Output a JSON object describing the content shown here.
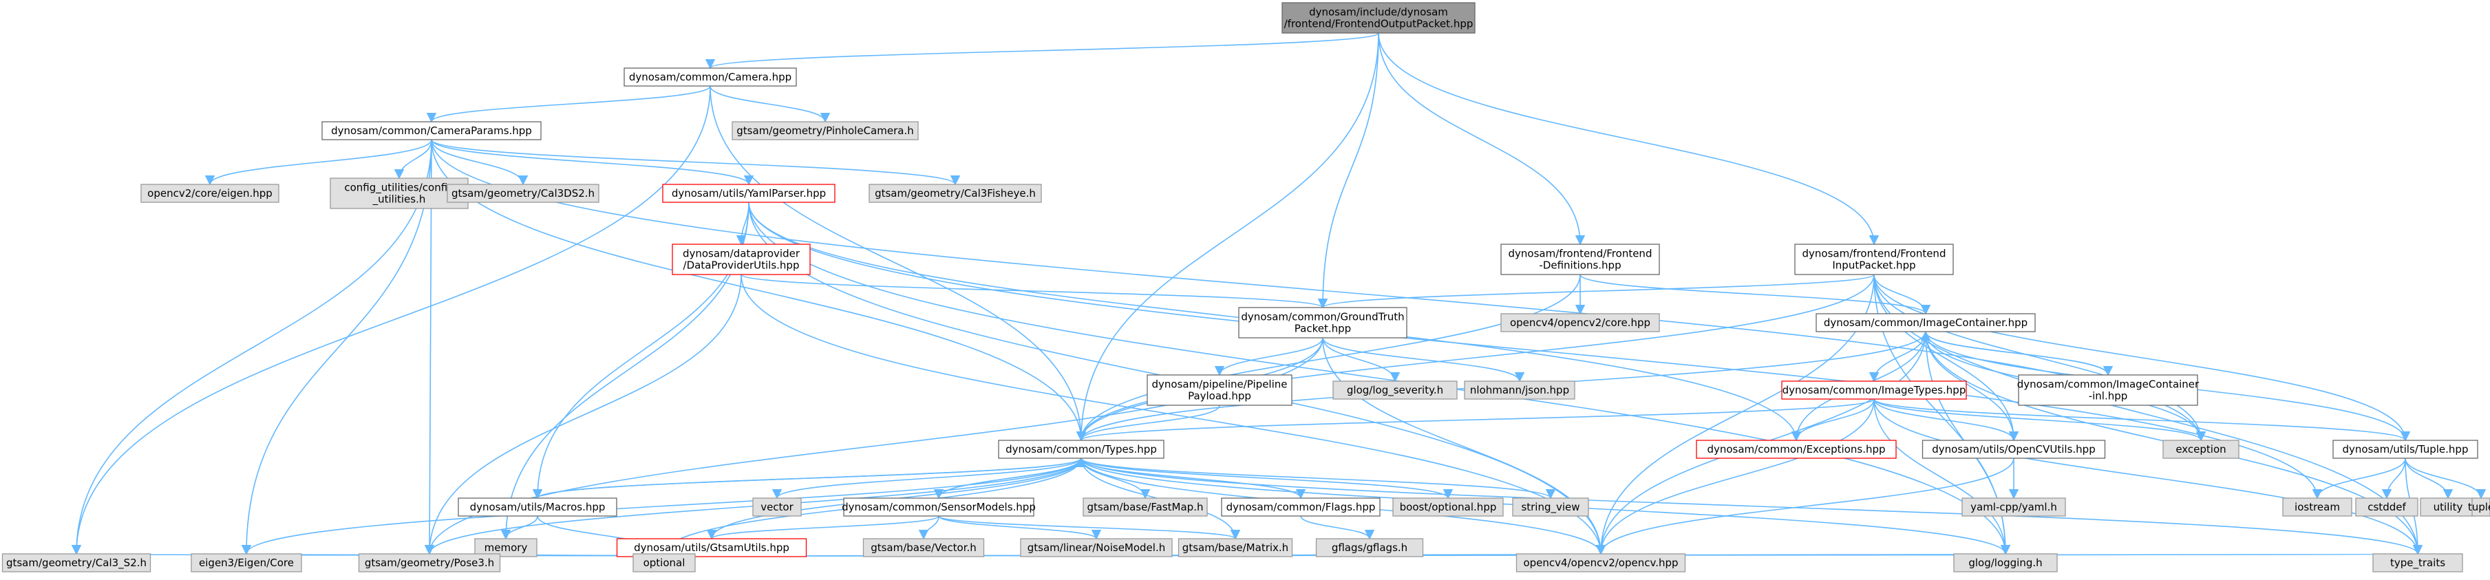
{
  "colors": {
    "edge": "#63b8ff",
    "root_fill": "#999999",
    "root_stroke": "#666666",
    "doc_fill": "#ffffff",
    "doc_stroke": "#666666",
    "ext_fill": "#e0e0e0",
    "ext_stroke": "#999999",
    "trunc_fill": "#ffffff",
    "trunc_stroke": "#ff0000"
  },
  "nodes": [
    {
      "id": "root",
      "kind": "root",
      "lines": [
        "dynosam/include/dynosam",
        "/frontend/FrontendOutputPacket.hpp"
      ]
    },
    {
      "id": "camera",
      "kind": "doc",
      "lines": [
        "dynosam/common/Camera.hpp"
      ]
    },
    {
      "id": "pinhole",
      "kind": "ext",
      "lines": [
        "gtsam/geometry/PinholeCamera.h"
      ]
    },
    {
      "id": "cameraparams",
      "kind": "doc",
      "lines": [
        "dynosam/common/CameraParams.hpp"
      ]
    },
    {
      "id": "opencv_eigen",
      "kind": "ext",
      "lines": [
        "opencv2/core/eigen.hpp"
      ]
    },
    {
      "id": "configutil",
      "kind": "ext",
      "lines": [
        "config_utilities/config",
        "_utilities.h"
      ]
    },
    {
      "id": "cal3ds2",
      "kind": "ext",
      "lines": [
        "gtsam/geometry/Cal3DS2.h"
      ]
    },
    {
      "id": "yamlparser",
      "kind": "trunc",
      "lines": [
        "dynosam/utils/YamlParser.hpp"
      ]
    },
    {
      "id": "cal3fisheye",
      "kind": "ext",
      "lines": [
        "gtsam/geometry/Cal3Fisheye.h"
      ]
    },
    {
      "id": "dataprovider",
      "kind": "trunc",
      "lines": [
        "dynosam/dataprovider",
        "/DataProviderUtils.hpp"
      ]
    },
    {
      "id": "frontenddefs",
      "kind": "doc",
      "lines": [
        "dynosam/frontend/Frontend",
        "-Definitions.hpp"
      ]
    },
    {
      "id": "frontendinput",
      "kind": "doc",
      "lines": [
        "dynosam/frontend/Frontend",
        "InputPacket.hpp"
      ]
    },
    {
      "id": "opencv_core",
      "kind": "ext",
      "lines": [
        "opencv4/opencv2/core.hpp"
      ]
    },
    {
      "id": "groundtruth",
      "kind": "doc",
      "lines": [
        "dynosam/common/GroundTruth",
        "Packet.hpp"
      ]
    },
    {
      "id": "imagecontainer",
      "kind": "doc",
      "lines": [
        "dynosam/common/ImageContainer.hpp"
      ]
    },
    {
      "id": "pipeline",
      "kind": "doc",
      "lines": [
        "dynosam/pipeline/Pipeline",
        "Payload.hpp"
      ]
    },
    {
      "id": "glog_sev",
      "kind": "ext",
      "lines": [
        "glog/log_severity.h"
      ]
    },
    {
      "id": "nlohmann",
      "kind": "ext",
      "lines": [
        "nlohmann/json.hpp"
      ]
    },
    {
      "id": "imagetypes",
      "kind": "trunc",
      "lines": [
        "dynosam/common/ImageTypes.hpp"
      ]
    },
    {
      "id": "imagecontainer_inl",
      "kind": "doc",
      "lines": [
        "dynosam/common/ImageContainer",
        "-inl.hpp"
      ]
    },
    {
      "id": "types",
      "kind": "doc",
      "lines": [
        "dynosam/common/Types.hpp"
      ]
    },
    {
      "id": "exceptions",
      "kind": "trunc",
      "lines": [
        "dynosam/common/Exceptions.hpp"
      ]
    },
    {
      "id": "opencvutils",
      "kind": "doc",
      "lines": [
        "dynosam/utils/OpenCVUtils.hpp"
      ]
    },
    {
      "id": "exception",
      "kind": "ext",
      "lines": [
        "exception"
      ]
    },
    {
      "id": "tuple_hpp",
      "kind": "doc",
      "lines": [
        "dynosam/utils/Tuple.hpp"
      ]
    },
    {
      "id": "macros",
      "kind": "doc",
      "lines": [
        "dynosam/utils/Macros.hpp"
      ]
    },
    {
      "id": "vector",
      "kind": "ext",
      "lines": [
        "vector"
      ]
    },
    {
      "id": "sensormodels",
      "kind": "doc",
      "lines": [
        "dynosam/common/SensorModels.hpp"
      ]
    },
    {
      "id": "fastmap",
      "kind": "ext",
      "lines": [
        "gtsam/base/FastMap.h"
      ]
    },
    {
      "id": "flags",
      "kind": "doc",
      "lines": [
        "dynosam/common/Flags.hpp"
      ]
    },
    {
      "id": "boostopt",
      "kind": "ext",
      "lines": [
        "boost/optional.hpp"
      ]
    },
    {
      "id": "string_view",
      "kind": "ext",
      "lines": [
        "string_view"
      ]
    },
    {
      "id": "yamlcpp",
      "kind": "ext",
      "lines": [
        "yaml-cpp/yaml.h"
      ]
    },
    {
      "id": "iostream",
      "kind": "ext",
      "lines": [
        "iostream"
      ]
    },
    {
      "id": "cstddef",
      "kind": "ext",
      "lines": [
        "cstddef"
      ]
    },
    {
      "id": "utility",
      "kind": "ext",
      "lines": [
        "utility"
      ]
    },
    {
      "id": "tuple",
      "kind": "ext",
      "lines": [
        "tuple"
      ]
    },
    {
      "id": "memory",
      "kind": "ext",
      "lines": [
        "memory"
      ]
    },
    {
      "id": "gtsam_vector",
      "kind": "ext",
      "lines": [
        "gtsam/base/Vector.h"
      ]
    },
    {
      "id": "noisemodel",
      "kind": "ext",
      "lines": [
        "gtsam/linear/NoiseModel.h"
      ]
    },
    {
      "id": "matrix",
      "kind": "ext",
      "lines": [
        "gtsam/base/Matrix.h"
      ]
    },
    {
      "id": "gflags",
      "kind": "ext",
      "lines": [
        "gflags/gflags.h"
      ]
    },
    {
      "id": "gtsamutils",
      "kind": "trunc",
      "lines": [
        "dynosam/utils/GtsamUtils.hpp"
      ]
    },
    {
      "id": "cal3s2",
      "kind": "ext",
      "lines": [
        "gtsam/geometry/Cal3_S2.h"
      ]
    },
    {
      "id": "eigen",
      "kind": "ext",
      "lines": [
        "eigen3/Eigen/Core"
      ]
    },
    {
      "id": "pose3",
      "kind": "ext",
      "lines": [
        "gtsam/geometry/Pose3.h"
      ]
    },
    {
      "id": "optional",
      "kind": "ext",
      "lines": [
        "optional"
      ]
    },
    {
      "id": "opencv",
      "kind": "ext",
      "lines": [
        "opencv4/opencv2/opencv.hpp"
      ]
    },
    {
      "id": "glog",
      "kind": "ext",
      "lines": [
        "glog/logging.h"
      ]
    },
    {
      "id": "type_traits",
      "kind": "ext",
      "lines": [
        "type_traits"
      ]
    }
  ],
  "edges": [
    [
      "root",
      "camera"
    ],
    [
      "root",
      "groundtruth"
    ],
    [
      "root",
      "frontenddefs"
    ],
    [
      "root",
      "frontendinput"
    ],
    [
      "root",
      "types"
    ],
    [
      "camera",
      "cameraparams"
    ],
    [
      "camera",
      "pinhole"
    ],
    [
      "camera",
      "types"
    ],
    [
      "camera",
      "cal3s2"
    ],
    [
      "cameraparams",
      "opencv_eigen"
    ],
    [
      "cameraparams",
      "configutil"
    ],
    [
      "cameraparams",
      "cal3ds2"
    ],
    [
      "cameraparams",
      "yamlparser"
    ],
    [
      "cameraparams",
      "cal3fisheye"
    ],
    [
      "cameraparams",
      "types"
    ],
    [
      "cameraparams",
      "cal3s2"
    ],
    [
      "cameraparams",
      "eigen"
    ],
    [
      "cameraparams",
      "pose3"
    ],
    [
      "cameraparams",
      "exception"
    ],
    [
      "yamlparser",
      "dataprovider"
    ],
    [
      "yamlparser",
      "macros"
    ],
    [
      "yamlparser",
      "memory"
    ],
    [
      "yamlparser",
      "exceptions"
    ],
    [
      "yamlparser",
      "glog"
    ],
    [
      "yamlparser",
      "iostream"
    ],
    [
      "yamlparser",
      "opencv"
    ],
    [
      "dataprovider",
      "groundtruth"
    ],
    [
      "dataprovider",
      "pose3"
    ],
    [
      "dataprovider",
      "opencv"
    ],
    [
      "frontenddefs",
      "opencv_core"
    ],
    [
      "frontenddefs",
      "imagecontainer"
    ],
    [
      "frontenddefs",
      "types"
    ],
    [
      "frontendinput",
      "groundtruth"
    ],
    [
      "frontendinput",
      "imagecontainer"
    ],
    [
      "frontendinput",
      "types"
    ],
    [
      "frontendinput",
      "opencvutils"
    ],
    [
      "frontendinput",
      "tuple_hpp"
    ],
    [
      "frontendinput",
      "opencv"
    ],
    [
      "frontendinput",
      "exception"
    ],
    [
      "frontendinput",
      "type_traits"
    ],
    [
      "frontendinput",
      "glog"
    ],
    [
      "groundtruth",
      "pipeline"
    ],
    [
      "groundtruth",
      "glog_sev"
    ],
    [
      "groundtruth",
      "nlohmann"
    ],
    [
      "groundtruth",
      "types"
    ],
    [
      "groundtruth",
      "pose3"
    ],
    [
      "groundtruth",
      "opencv"
    ],
    [
      "pipeline",
      "types"
    ],
    [
      "imagecontainer",
      "imagetypes"
    ],
    [
      "imagecontainer",
      "imagecontainer_inl"
    ],
    [
      "imagecontainer",
      "types"
    ],
    [
      "imagecontainer",
      "exceptions"
    ],
    [
      "imagecontainer",
      "opencvutils"
    ],
    [
      "imagecontainer",
      "tuple_hpp"
    ],
    [
      "imagecontainer",
      "exception"
    ],
    [
      "imagecontainer",
      "glog"
    ],
    [
      "imagecontainer",
      "type_traits"
    ],
    [
      "imagecontainer",
      "opencv"
    ],
    [
      "imagecontainer_inl",
      "imagecontainer"
    ],
    [
      "imagetypes",
      "types"
    ],
    [
      "imagetypes",
      "exceptions"
    ],
    [
      "imagetypes",
      "opencvutils"
    ],
    [
      "imagetypes",
      "exception"
    ],
    [
      "imagetypes",
      "tuple_hpp"
    ],
    [
      "imagetypes",
      "glog"
    ],
    [
      "imagetypes",
      "opencv"
    ],
    [
      "imagetypes",
      "type_traits"
    ],
    [
      "types",
      "macros"
    ],
    [
      "types",
      "vector"
    ],
    [
      "types",
      "sensormodels"
    ],
    [
      "types",
      "fastmap"
    ],
    [
      "types",
      "flags"
    ],
    [
      "types",
      "boostopt"
    ],
    [
      "types",
      "string_view"
    ],
    [
      "types",
      "matrix"
    ],
    [
      "types",
      "optional"
    ],
    [
      "types",
      "pose3"
    ],
    [
      "types",
      "opencv"
    ],
    [
      "types",
      "glog"
    ],
    [
      "types",
      "type_traits"
    ],
    [
      "types",
      "eigen"
    ],
    [
      "opencvutils",
      "yamlcpp"
    ],
    [
      "opencvutils",
      "opencv"
    ],
    [
      "tuple_hpp",
      "iostream"
    ],
    [
      "tuple_hpp",
      "cstddef"
    ],
    [
      "tuple_hpp",
      "utility"
    ],
    [
      "tuple_hpp",
      "tuple"
    ],
    [
      "tuple_hpp",
      "type_traits"
    ],
    [
      "macros",
      "memory"
    ],
    [
      "macros",
      "optional"
    ],
    [
      "macros",
      "types"
    ],
    [
      "sensormodels",
      "types"
    ],
    [
      "sensormodels",
      "gtsam_vector"
    ],
    [
      "sensormodels",
      "noisemodel"
    ],
    [
      "sensormodels",
      "matrix"
    ],
    [
      "sensormodels",
      "gtsamutils"
    ],
    [
      "flags",
      "gflags"
    ],
    [
      "gtsamutils",
      "types"
    ],
    [
      "gtsamutils",
      "cal3s2"
    ],
    [
      "gtsamutils",
      "eigen"
    ],
    [
      "gtsamutils",
      "pose3"
    ],
    [
      "gtsamutils",
      "optional"
    ],
    [
      "gtsamutils",
      "opencv"
    ],
    [
      "gtsamutils",
      "glog"
    ],
    [
      "gtsamutils",
      "type_traits"
    ]
  ]
}
